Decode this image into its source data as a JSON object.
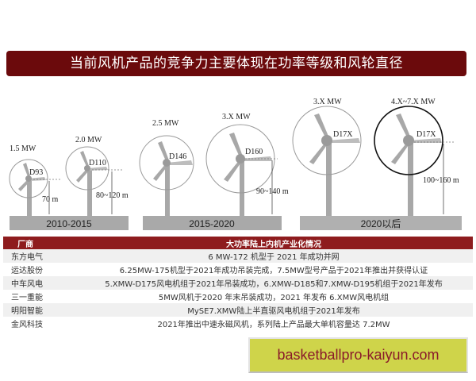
{
  "title": "当前风机产品的竞争力主要体现在功率等级和风轮直径",
  "diagram": {
    "eras": [
      {
        "label": "2010-2015"
      },
      {
        "label": "2015-2020"
      },
      {
        "label": "2020以后"
      }
    ],
    "turbines": [
      {
        "power": "1.5 MW",
        "diameter": "D93",
        "hub_height": "70 m"
      },
      {
        "power": "2.0 MW",
        "diameter": "D110",
        "hub_height": "80~120 m"
      },
      {
        "power": "2.5 MW",
        "diameter": "D146",
        "hub_height": ""
      },
      {
        "power": "3.X MW",
        "diameter": "D160",
        "hub_height": "90~140 m"
      },
      {
        "power": "3.X MW",
        "diameter": "D17X",
        "hub_height": ""
      },
      {
        "power": "4.X~7.X MW",
        "diameter": "D17X",
        "hub_height": "100~160 m"
      }
    ],
    "colors": {
      "ground": "#a9a9a9",
      "tower": "#a8a8a8",
      "rotor_outline": "#9a9a9a",
      "highlight_outline": "#111111"
    }
  },
  "table": {
    "headers": [
      "厂商",
      "大功率陆上内机产业化情况"
    ],
    "rows": [
      {
        "vendor": "东方电气",
        "status": "6 MW-172 机型于 2021 年成功并网"
      },
      {
        "vendor": "运达股份",
        "status": "6.25MW-175机型于2021年成功吊装完成，7.5MW型号产品于2021年推出并获得认证"
      },
      {
        "vendor": "中车风电",
        "status": "5.XMW-D175风电机组于2021年吊装成功，6.XMW-D185和7.XMW-D195机组于2021年发布"
      },
      {
        "vendor": "三一重能",
        "status": "5MW风机于2020 年末吊装成功，2021 年发布 6.XMW风电机组"
      },
      {
        "vendor": "明阳智能",
        "status": "MySE7.XMW陆上半直驱风电机组于2021年发布"
      },
      {
        "vendor": "金风科技",
        "status": "2021年推出中速永磁风机，系列陆上产品最大单机容量达 7.2MW"
      }
    ],
    "colors": {
      "header_bg": "#8e1c1e",
      "alt_row_bg": "#f0f0f0"
    }
  },
  "watermark": {
    "text": "basketballpro-kaiyun.com"
  }
}
